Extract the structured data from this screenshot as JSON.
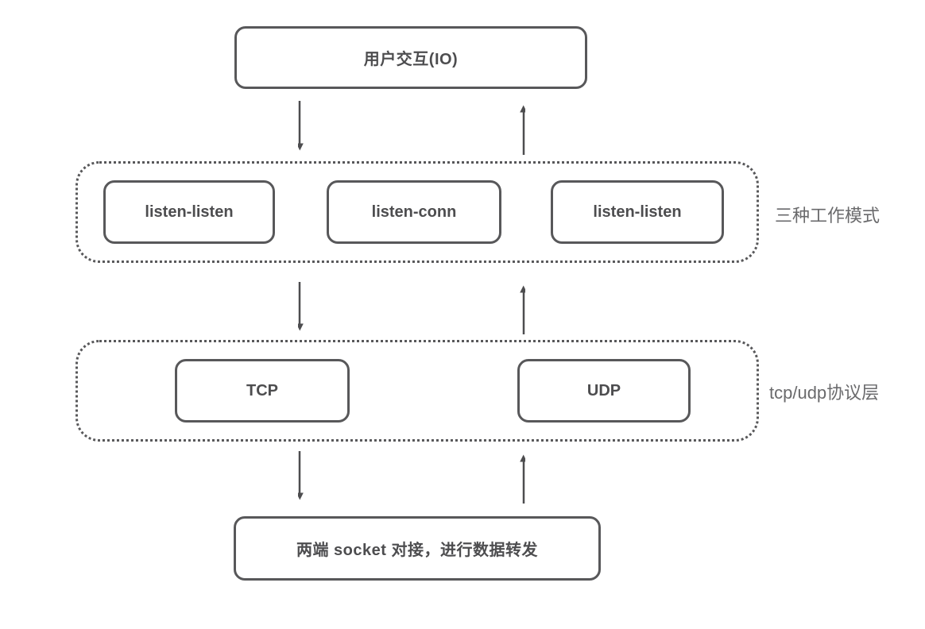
{
  "diagram": {
    "title_hint": "socket forwarding architecture",
    "top_box": {
      "label": "用户交互(IO)"
    },
    "modes_layer": {
      "boxes": [
        {
          "label": "listen-listen"
        },
        {
          "label": "listen-conn"
        },
        {
          "label": "listen-listen"
        }
      ],
      "side_label": "三种工作模式"
    },
    "protocol_layer": {
      "boxes": [
        {
          "label": "TCP"
        },
        {
          "label": "UDP"
        }
      ],
      "side_label": "tcp/udp协议层"
    },
    "bottom_box": {
      "label": "两端 socket 对接，进行数据转发"
    },
    "colors": {
      "background": "#ffffff",
      "border": "#58585a",
      "box_text": "#4d4d4f",
      "side_label_text": "#6a6a6c",
      "arrow": "#4d4d4f"
    }
  }
}
